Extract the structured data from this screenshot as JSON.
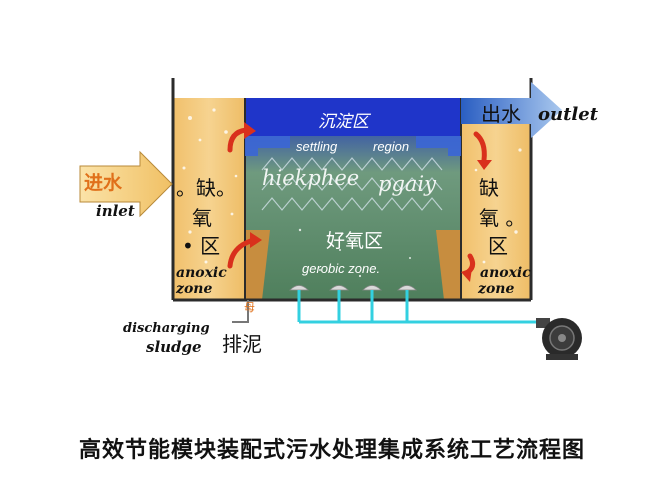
{
  "diagram": {
    "labels": {
      "settling_zh": "沉淀区",
      "settling_en": "settling",
      "settling_en2": "region",
      "distort_a": "hiekphee",
      "distort_b": "pgaiy",
      "aerobic_zh": "好氧区",
      "aerobic_en": "gerobic  zone.",
      "left_anoxic_zh_1": "。缺。",
      "left_anoxic_zh_2": "氧",
      "left_anoxic_zh_3": "• 区",
      "left_anoxic_en_1": "anoxic",
      "left_anoxic_en_2": "zone",
      "right_anoxic_zh_1": "缺",
      "right_anoxic_zh_2": "氧 。",
      "right_anoxic_zh_3": "区",
      "right_anoxic_en_1": "anoxic",
      "right_anoxic_en_2": "zone",
      "inlet_zh": "进水",
      "inlet_en": "inlet",
      "outlet_zh": "出水",
      "outlet_en": "outlet",
      "discharging": "discharging",
      "sludge": "sludge",
      "sludge_zh": "排泥",
      "small_mark": "母"
    },
    "colors": {
      "settling_blue": "#1f35c9",
      "anoxic_tan": "#f3c879",
      "aerobic_green": "#5f8f6c",
      "arrow_red": "#d9301c",
      "inlet_arrow": "#f6d07c",
      "pipe_cyan": "#33d0e0",
      "outlet_arrow": "#3b79c9"
    }
  },
  "caption": "高效节能模块装配式污水处理集成系统工艺流程图"
}
